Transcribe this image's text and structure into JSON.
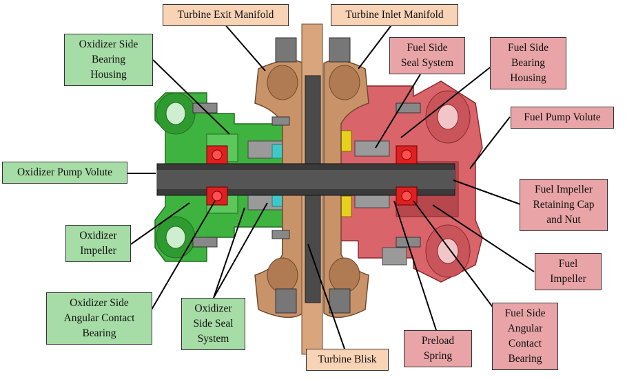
{
  "colors": {
    "oxidizer_side": "#3fb33f",
    "fuel_side": "#d9646a",
    "turbine": "#c9936a",
    "shaft": "#3a3a3a",
    "bearing": "#e02020",
    "label_green": "#a6dca6",
    "label_peach": "#f9d3b6",
    "label_pink": "#e8a4a6"
  },
  "labels": {
    "turbine_exit_manifold": "Turbine Exit Manifold",
    "turbine_inlet_manifold": "Turbine Inlet Manifold",
    "oxidizer_side_bearing_housing": "Oxidizer Side\nBearing\nHousing",
    "fuel_side_seal_system": "Fuel Side\nSeal System",
    "fuel_side_bearing_housing": "Fuel Side\nBearing\nHousing",
    "fuel_pump_volute": "Fuel Pump Volute",
    "oxidizer_pump_volute": "Oxidizer Pump Volute",
    "fuel_impeller_retaining_cap_and_nut": "Fuel Impeller\nRetaining Cap\nand Nut",
    "oxidizer_impeller": "Oxidizer\nImpeller",
    "fuel_impeller": "Fuel\nImpeller",
    "oxidizer_side_angular_contact_bearing": "Oxidizer Side\nAngular Contact\nBearing",
    "oxidizer_side_seal_system": "Oxidizer\nSide Seal\nSystem",
    "fuel_side_angular_contact_bearing": "Fuel Side\nAngular\nContact\nBearing",
    "preload_spring": "Preload\nSpring",
    "turbine_blisk": "Turbine Blisk"
  }
}
